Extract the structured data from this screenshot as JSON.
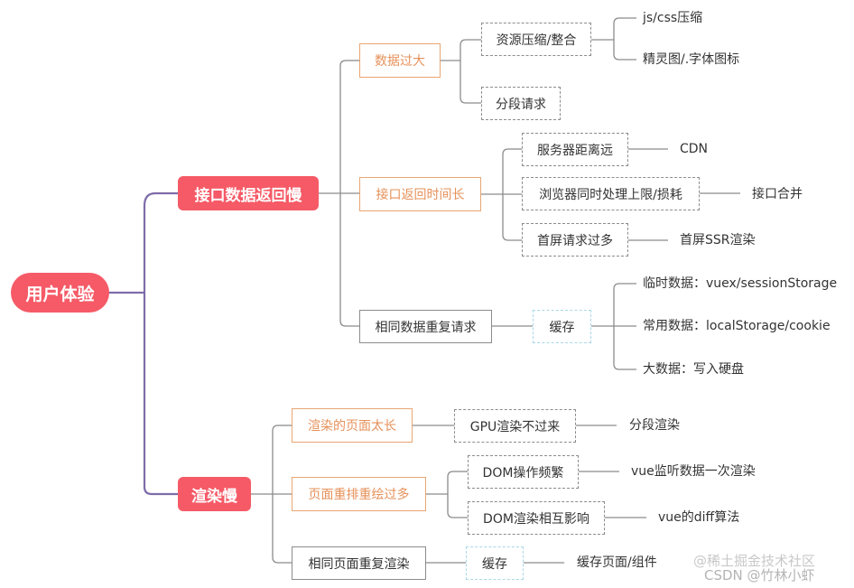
{
  "mindmap": {
    "root": "用户体验",
    "api_slow": {
      "label": "接口数据返回慢",
      "data_too_large": {
        "label": "数据过大",
        "resource_compress": {
          "label": "资源压缩/整合",
          "leaves": [
            "js/css压缩",
            "精灵图/.字体图标"
          ]
        },
        "segment_request": "分段请求"
      },
      "long_response": {
        "label": "接口返回时间长",
        "server_far": {
          "label": "服务器距离远",
          "leaf": "CDN"
        },
        "browser_limit": {
          "label": "浏览器同时处理上限/损耗",
          "leaf": "接口合并"
        },
        "first_screen": {
          "label": "首屏请求过多",
          "leaf": "首屏SSR渲染"
        }
      },
      "repeat_request": {
        "label": "相同数据重复请求",
        "cache": "缓存",
        "leaves": [
          "临时数据：vuex/sessionStorage",
          "常用数据：localStorage/cookie",
          "大数据：写入硬盘"
        ]
      }
    },
    "render_slow": {
      "label": "渲染慢",
      "page_too_long": {
        "label": "渲染的页面太长",
        "gpu": {
          "label": "GPU渲染不过来",
          "leaf": "分段渲染"
        }
      },
      "reflow": {
        "label": "页面重排重绘过多",
        "dom_ops": {
          "label": "DOM操作频繁",
          "leaf": "vue监听数据一次渲染"
        },
        "dom_render": {
          "label": "DOM渲染相互影响",
          "leaf": "vue的diff算法"
        }
      },
      "repeat_render": {
        "label": "相同页面重复渲染",
        "cache": "缓存",
        "leaf": "缓存页面/组件"
      }
    }
  },
  "watermark": {
    "line1": "@稀土掘金技术社区",
    "line2": "CSDN @竹林小虾"
  },
  "colors": {
    "node_red": "#f55a66",
    "orange_border": "#e9a672",
    "orange_text": "#e6915a",
    "trunk_line": "#7e6ca8",
    "branch_line": "#8c8c8c",
    "cache_border": "#a9d8e6"
  }
}
